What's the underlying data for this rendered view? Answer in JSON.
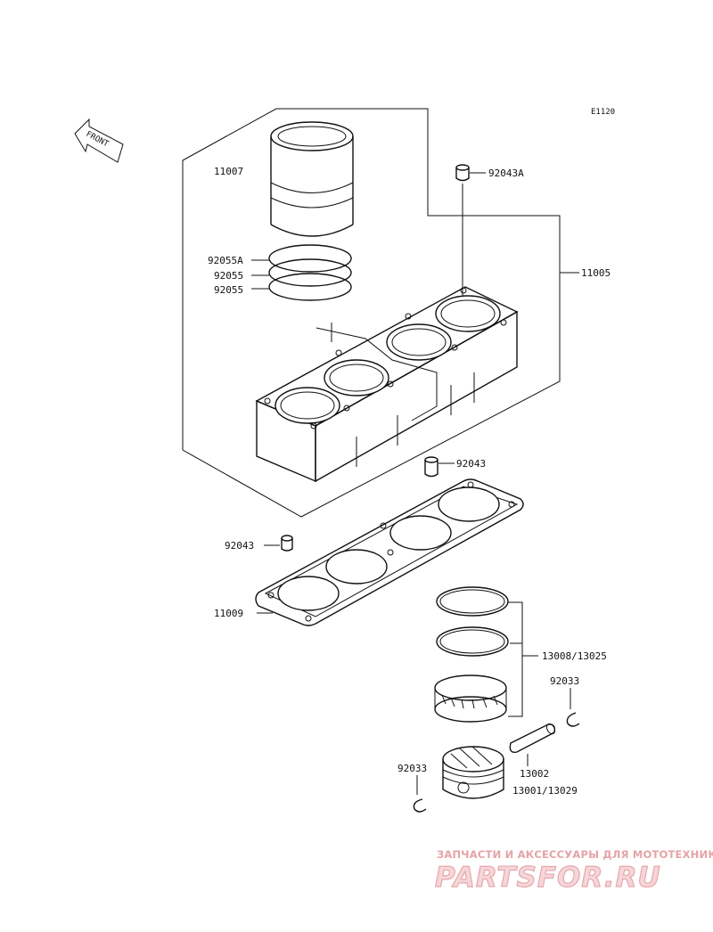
{
  "diagram_code": "E1120",
  "front_marker": "FRONT",
  "callouts": {
    "cylinder_liner": "11007",
    "dowel_top": "92043A",
    "ring_a": "92055A",
    "ring_b": "92055",
    "ring_c": "92055",
    "cylinder_block": "11005",
    "dowel_mid": "92043",
    "dowel_left": "92043",
    "head_gasket": "11009",
    "piston_rings": "13008/13025",
    "circlip_right": "92033",
    "circlip_left": "92033",
    "piston_pin": "13002",
    "piston": "13001/13029"
  },
  "watermark": {
    "tagline": "ЗАПЧАСТИ И АКСЕССУАРЫ ДЛЯ МОТОТЕХНИКИ",
    "logo": "PARTSFOR.RU"
  },
  "colors": {
    "line": "#111111",
    "watermark": "#e4a3a8"
  }
}
